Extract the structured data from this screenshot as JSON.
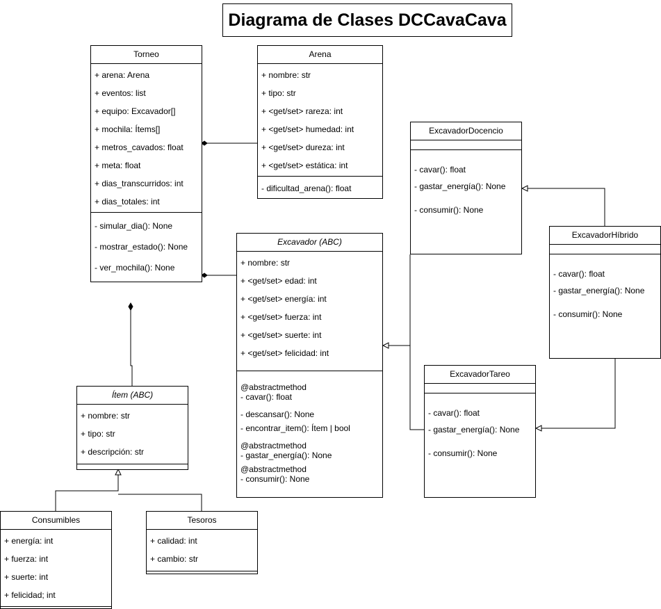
{
  "title": "Diagrama de Clases DCCavaCava",
  "classes": {
    "torneo": {
      "name": "Torneo",
      "attributes": [
        "+ arena: Arena",
        "+ eventos: list",
        "+ equipo: Excavador[]",
        "+ mochila: Ítems[]",
        "+ metros_cavados: float",
        "+ meta: float",
        "+ dias_transcurridos: int",
        "+ dias_totales: int"
      ],
      "methods": [
        "- simular_dia(): None",
        "- mostrar_estado(): None",
        "- ver_mochila(): None"
      ]
    },
    "arena": {
      "name": "Arena",
      "attributes": [
        "+ nombre: str",
        "+ tipo: str",
        "+ <get/set> rareza: int",
        "+ <get/set> humedad: int",
        "+ <get/set> dureza: int",
        "+ <get/set> estática: int"
      ],
      "methods": [
        "- dificultad_arena(): float"
      ]
    },
    "excavador": {
      "name": "Excavador (ABC)",
      "attributes": [
        "+ nombre: str",
        "+ <get/set> edad: int",
        "+ <get/set> energía: int",
        "+ <get/set> fuerza: int",
        "+ <get/set> suerte: int",
        "+ <get/set> felicidad: int"
      ],
      "methods": [
        "@abstractmethod",
        "- cavar(): float",
        "- descansar(): None",
        "- encontrar_item(): Ítem | bool",
        "@abstractmethod",
        "- gastar_energía(): None",
        "@abstractmethod",
        "- consumir(): None"
      ]
    },
    "item": {
      "name": "Ítem (ABC)",
      "attributes": [
        "+ nombre: str",
        "+ tipo: str",
        "+ descripción: str"
      ]
    },
    "consumibles": {
      "name": "Consumibles",
      "attributes": [
        "+ energía: int",
        "+ fuerza: int",
        "+ suerte: int",
        "+ felicidad; int"
      ]
    },
    "tesoros": {
      "name": "Tesoros",
      "attributes": [
        "+ calidad: int",
        "+ cambio: str"
      ]
    },
    "docencio": {
      "name": "ExcavadorDocencio",
      "methods": [
        "- cavar(): float",
        "- gastar_energía(): None",
        "- consumir(): None"
      ]
    },
    "hibrido": {
      "name": "ExcavadorHíbrido",
      "methods": [
        "- cavar(): float",
        "- gastar_energía(): None",
        "- consumir(): None"
      ]
    },
    "tareo": {
      "name": "ExcavadorTareo",
      "methods": [
        "- cavar(): float",
        "- gastar_energía(): None",
        "- consumir(): None"
      ]
    }
  }
}
